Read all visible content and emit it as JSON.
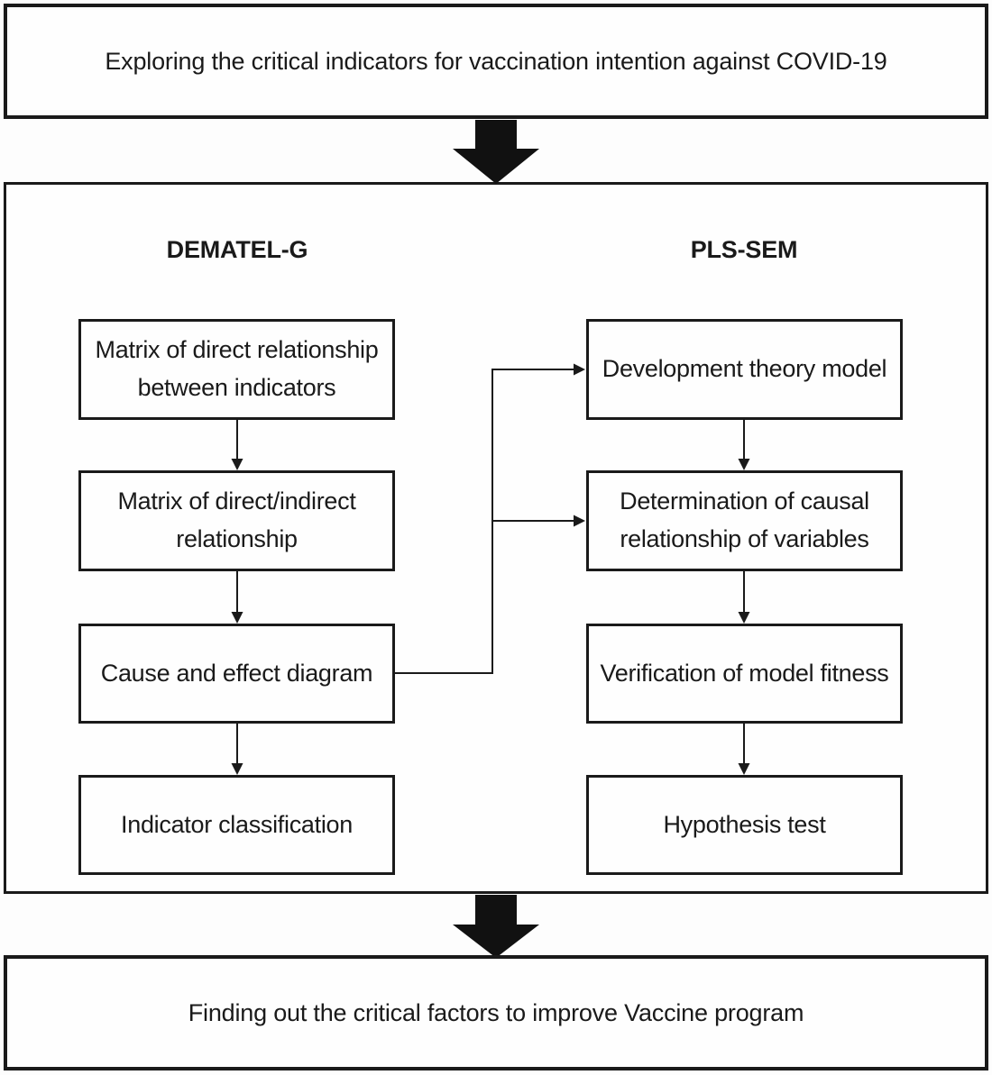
{
  "banners": {
    "top": "Exploring the critical indicators for vaccination intention against COVID-19",
    "bottom": "Finding out the critical factors to improve Vaccine program"
  },
  "columns": [
    {
      "heading": "DEMATEL-G",
      "steps": [
        "Matrix of direct relationship\nbetween indicators",
        "Matrix of direct/indirect\nrelationship",
        "Cause and effect diagram",
        "Indicator classification"
      ]
    },
    {
      "heading": "PLS-SEM",
      "steps": [
        "Development theory model",
        "Determination of causal\nrelationship of variables",
        "Verification of model fitness",
        "Hypothesis test"
      ]
    }
  ],
  "colors": {
    "ink": "#1a1a1a",
    "background": "#ffffff"
  }
}
